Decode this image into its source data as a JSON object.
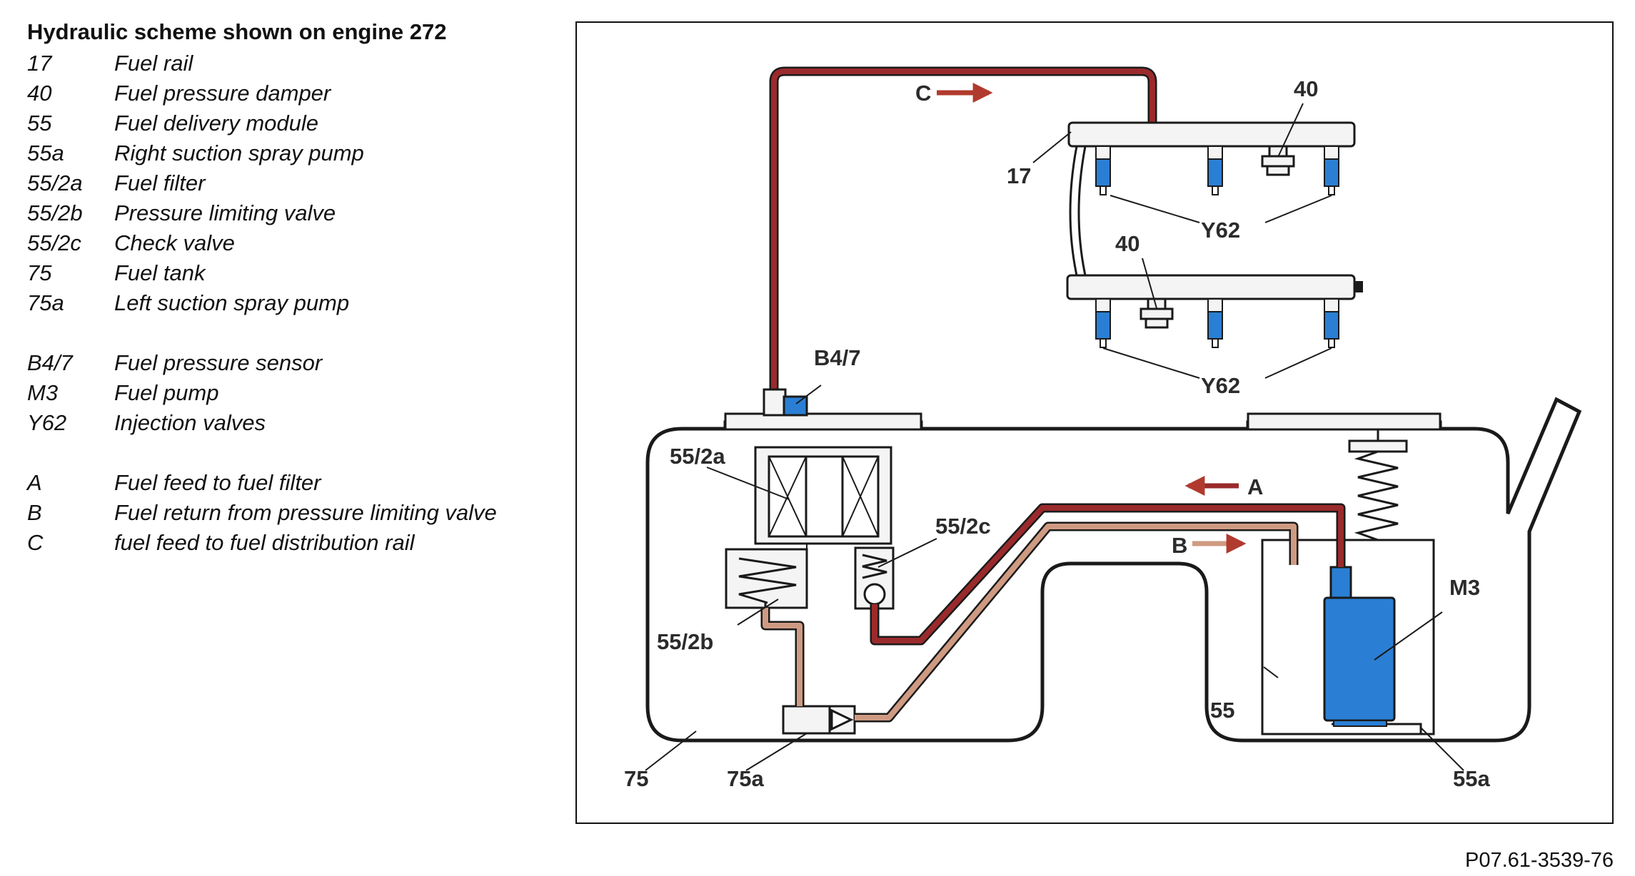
{
  "legend": {
    "title": "Hydraulic scheme shown on engine 272",
    "groups": [
      [
        {
          "code": "17",
          "desc": "Fuel rail"
        },
        {
          "code": "40",
          "desc": "Fuel pressure damper"
        },
        {
          "code": "55",
          "desc": "Fuel delivery module"
        },
        {
          "code": "55a",
          "desc": "Right suction spray pump"
        },
        {
          "code": "55/2a",
          "desc": "Fuel filter"
        },
        {
          "code": "55/2b",
          "desc": "Pressure limiting valve"
        },
        {
          "code": "55/2c",
          "desc": "Check valve"
        },
        {
          "code": "75",
          "desc": "Fuel tank"
        },
        {
          "code": "75a",
          "desc": "Left suction spray pump"
        }
      ],
      [
        {
          "code": "B4/7",
          "desc": "Fuel pressure sensor"
        },
        {
          "code": "M3",
          "desc": "Fuel pump"
        },
        {
          "code": "Y62",
          "desc": "Injection valves"
        }
      ],
      [
        {
          "code": "A",
          "desc": "Fuel feed to fuel filter"
        },
        {
          "code": "B",
          "desc": "Fuel return from pressure limiting valve"
        },
        {
          "code": "C",
          "desc": "fuel feed to fuel distribution rail"
        }
      ]
    ]
  },
  "diagram": {
    "labels": {
      "c": "C",
      "rail": "17",
      "damper_top": "40",
      "damper_bottom": "40",
      "y62_top": "Y62",
      "y62_bottom": "Y62",
      "sensor": "B4/7",
      "filter": "55/2a",
      "check_valve": "55/2c",
      "feed": "A",
      "return": "B",
      "pump": "M3",
      "limiter": "55/2b",
      "module": "55",
      "tank": "75",
      "left_spray": "75a",
      "right_spray": "55a"
    },
    "colors": {
      "feed_line": "#9a2a2c",
      "return_line": "#cf9a82",
      "component_blue": "#2a7fd4",
      "outline": "#1a1a1a",
      "fill": "#f4f4f4"
    }
  },
  "figure_ref": "P07.61-3539-76"
}
